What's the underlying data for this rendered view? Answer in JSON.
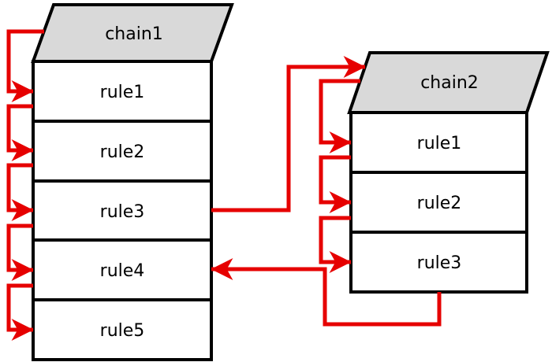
{
  "diagram": {
    "type": "flow-diagram",
    "chains": [
      {
        "label": "chain1",
        "rules": [
          "rule1",
          "rule2",
          "rule3",
          "rule4",
          "rule5"
        ]
      },
      {
        "label": "chain2",
        "rules": [
          "rule1",
          "rule2",
          "rule3"
        ]
      }
    ],
    "connections": [
      {
        "from": "chain1",
        "to": "chain1.rule1"
      },
      {
        "from": "chain1.rule1",
        "to": "chain1.rule2"
      },
      {
        "from": "chain1.rule2",
        "to": "chain1.rule3"
      },
      {
        "from": "chain1.rule3",
        "to": "chain1.rule4"
      },
      {
        "from": "chain1.rule4",
        "to": "chain1.rule5"
      },
      {
        "from": "chain1.rule3",
        "to": "chain2"
      },
      {
        "from": "chain2",
        "to": "chain2.rule1"
      },
      {
        "from": "chain2.rule1",
        "to": "chain2.rule2"
      },
      {
        "from": "chain2.rule2",
        "to": "chain2.rule3"
      },
      {
        "from": "chain2.rule3",
        "to": "chain1.rule4"
      }
    ],
    "colors": {
      "arrow": "#e60000",
      "header_fill": "#d9d9d9",
      "box_fill": "#ffffff",
      "border": "#000000"
    }
  }
}
